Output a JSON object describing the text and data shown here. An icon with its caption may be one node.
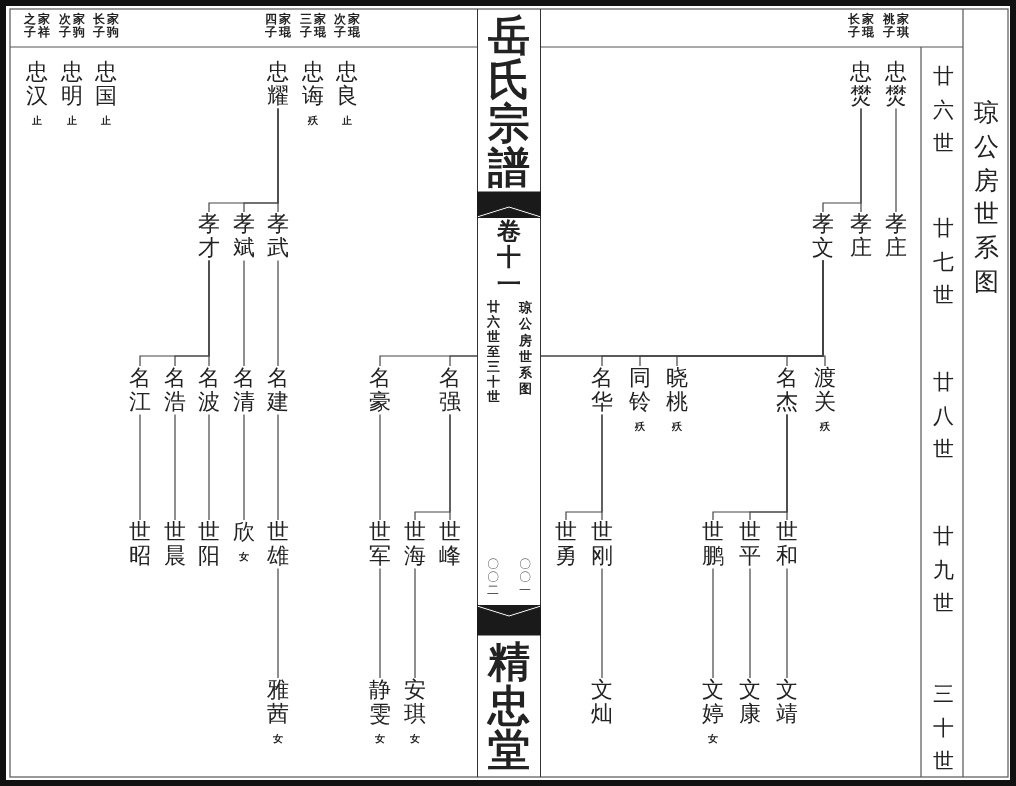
{
  "diagram": {
    "title": "琼公房世系图",
    "nodes": [
      {
        "text": [
          "忠汉"
        ],
        "beside": [
          "家祥之子",
          "止"
        ]
      },
      {
        "text": [
          "忠明"
        ],
        "beside": [
          "家驹次子",
          "止"
        ]
      },
      {
        "text": [
          "忠国"
        ],
        "beside": [
          "家驹长子",
          "止"
        ]
      },
      {
        "text": [
          "忠耀"
        ],
        "beside": [
          "家琨四子"
        ]
      },
      {
        "text": [
          "忠诲"
        ],
        "beside": [
          "家琨三子",
          "殀"
        ]
      },
      {
        "text": [
          "忠良"
        ],
        "beside": [
          "家琨次子",
          "止"
        ]
      },
      {
        "text": [
          "忠燓"
        ],
        "beside": [
          "家琨长子"
        ]
      },
      {
        "text": [
          "忠燓"
        ],
        "beside": [
          "家琪祧子"
        ]
      },
      {
        "text": [
          "孝才"
        ]
      },
      {
        "text": [
          "孝斌"
        ]
      },
      {
        "text": [
          "孝武"
        ]
      },
      {
        "text": [
          "孝文"
        ]
      },
      {
        "text": [
          "孝庄"
        ]
      },
      {
        "text": [
          "孝庄"
        ]
      },
      {
        "text": [
          "名江"
        ]
      },
      {
        "text": [
          "名浩"
        ]
      },
      {
        "text": [
          "名波"
        ]
      },
      {
        "text": [
          "名清"
        ]
      },
      {
        "text": [
          "名建"
        ]
      },
      {
        "text": [
          "名豪"
        ]
      },
      {
        "text": [
          "名强"
        ]
      },
      {
        "text": [
          "名华"
        ]
      },
      {
        "text": [
          "同铃"
        ],
        "beside": [
          "殀"
        ]
      },
      {
        "text": [
          "晓桃"
        ],
        "beside": [
          "殀"
        ]
      },
      {
        "text": [
          "名杰"
        ]
      },
      {
        "text": [
          "渡关"
        ],
        "beside": [
          "殀"
        ]
      },
      {
        "text": [
          "世昭"
        ]
      },
      {
        "text": [
          "世晨"
        ]
      },
      {
        "text": [
          "世阳"
        ]
      },
      {
        "text": [
          "欣"
        ],
        "beside": [
          "女"
        ]
      },
      {
        "text": [
          "世雄"
        ]
      },
      {
        "text": [
          "世军"
        ]
      },
      {
        "text": [
          "世海"
        ]
      },
      {
        "text": [
          "世峰"
        ]
      },
      {
        "text": [
          "世勇"
        ]
      },
      {
        "text": [
          "世刚"
        ]
      },
      {
        "text": [
          "世鹏"
        ]
      },
      {
        "text": [
          "世平"
        ]
      },
      {
        "text": [
          "世和"
        ]
      },
      {
        "text": [
          "雅茜"
        ],
        "beside": [
          "女"
        ]
      },
      {
        "text": [
          "静雯"
        ],
        "beside": [
          "女"
        ]
      },
      {
        "text": [
          "安琪"
        ],
        "beside": [
          "女"
        ]
      },
      {
        "text": [
          "文灿"
        ]
      },
      {
        "text": [
          "文婷"
        ],
        "beside": [
          "女"
        ]
      },
      {
        "text": [
          "文康"
        ]
      },
      {
        "text": [
          "文靖"
        ]
      }
    ],
    "edges": [
      {
        "from": 3,
        "to": 8,
        "arrow": "none"
      },
      {
        "from": 3,
        "to": 9,
        "arrow": "none"
      },
      {
        "from": 3,
        "to": 10,
        "arrow": "none"
      },
      {
        "from": 6,
        "to": 11,
        "arrow": "none"
      },
      {
        "from": 6,
        "to": 12,
        "arrow": "none"
      },
      {
        "from": 7,
        "to": 13,
        "arrow": "none"
      },
      {
        "from": 8,
        "to": 14,
        "arrow": "none"
      },
      {
        "from": 8,
        "to": 15,
        "arrow": "none"
      },
      {
        "from": 8,
        "to": 16,
        "arrow": "none"
      },
      {
        "from": 9,
        "to": 17,
        "arrow": "none"
      },
      {
        "from": 10,
        "to": 18,
        "arrow": "none"
      },
      {
        "from": 11,
        "to": 19,
        "arrow": "none"
      },
      {
        "from": 11,
        "to": 20,
        "arrow": "none"
      },
      {
        "from": 11,
        "to": 21,
        "arrow": "none"
      },
      {
        "from": 11,
        "to": 22,
        "arrow": "none"
      },
      {
        "from": 11,
        "to": 23,
        "arrow": "none"
      },
      {
        "from": 11,
        "to": 24,
        "arrow": "none"
      },
      {
        "from": 11,
        "to": 25,
        "arrow": "none"
      },
      {
        "from": 14,
        "to": 26,
        "arrow": "none"
      },
      {
        "from": 15,
        "to": 27,
        "arrow": "none"
      },
      {
        "from": 16,
        "to": 28,
        "arrow": "none"
      },
      {
        "from": 17,
        "to": 29,
        "arrow": "none"
      },
      {
        "from": 18,
        "to": 30,
        "arrow": "none"
      },
      {
        "from": 19,
        "to": 31,
        "arrow": "none"
      },
      {
        "from": 20,
        "to": 32,
        "arrow": "none"
      },
      {
        "from": 20,
        "to": 33,
        "arrow": "none"
      },
      {
        "from": 21,
        "to": 34,
        "arrow": "none"
      },
      {
        "from": 21,
        "to": 35,
        "arrow": "none"
      },
      {
        "from": 24,
        "to": 36,
        "arrow": "none"
      },
      {
        "from": 24,
        "to": 37,
        "arrow": "none"
      },
      {
        "from": 24,
        "to": 38,
        "arrow": "none"
      },
      {
        "from": 30,
        "to": 39,
        "arrow": "none"
      },
      {
        "from": 31,
        "to": 40,
        "arrow": "none"
      },
      {
        "from": 32,
        "to": 41,
        "arrow": "none"
      },
      {
        "from": 35,
        "to": 42,
        "arrow": "none"
      },
      {
        "from": 36,
        "to": 43,
        "arrow": "none"
      },
      {
        "from": 37,
        "to": 44,
        "arrow": "none"
      },
      {
        "from": 38,
        "to": 45,
        "arrow": "none"
      }
    ],
    "labels": [
      "岳氏宗譜",
      "卷十一",
      "琼公房世系图",
      "廿六世至三十世",
      "〇〇一",
      "〇〇二",
      "精忠堂",
      "廿六世",
      "廿七世",
      "廿八世",
      "廿九世",
      "三十世"
    ]
  }
}
